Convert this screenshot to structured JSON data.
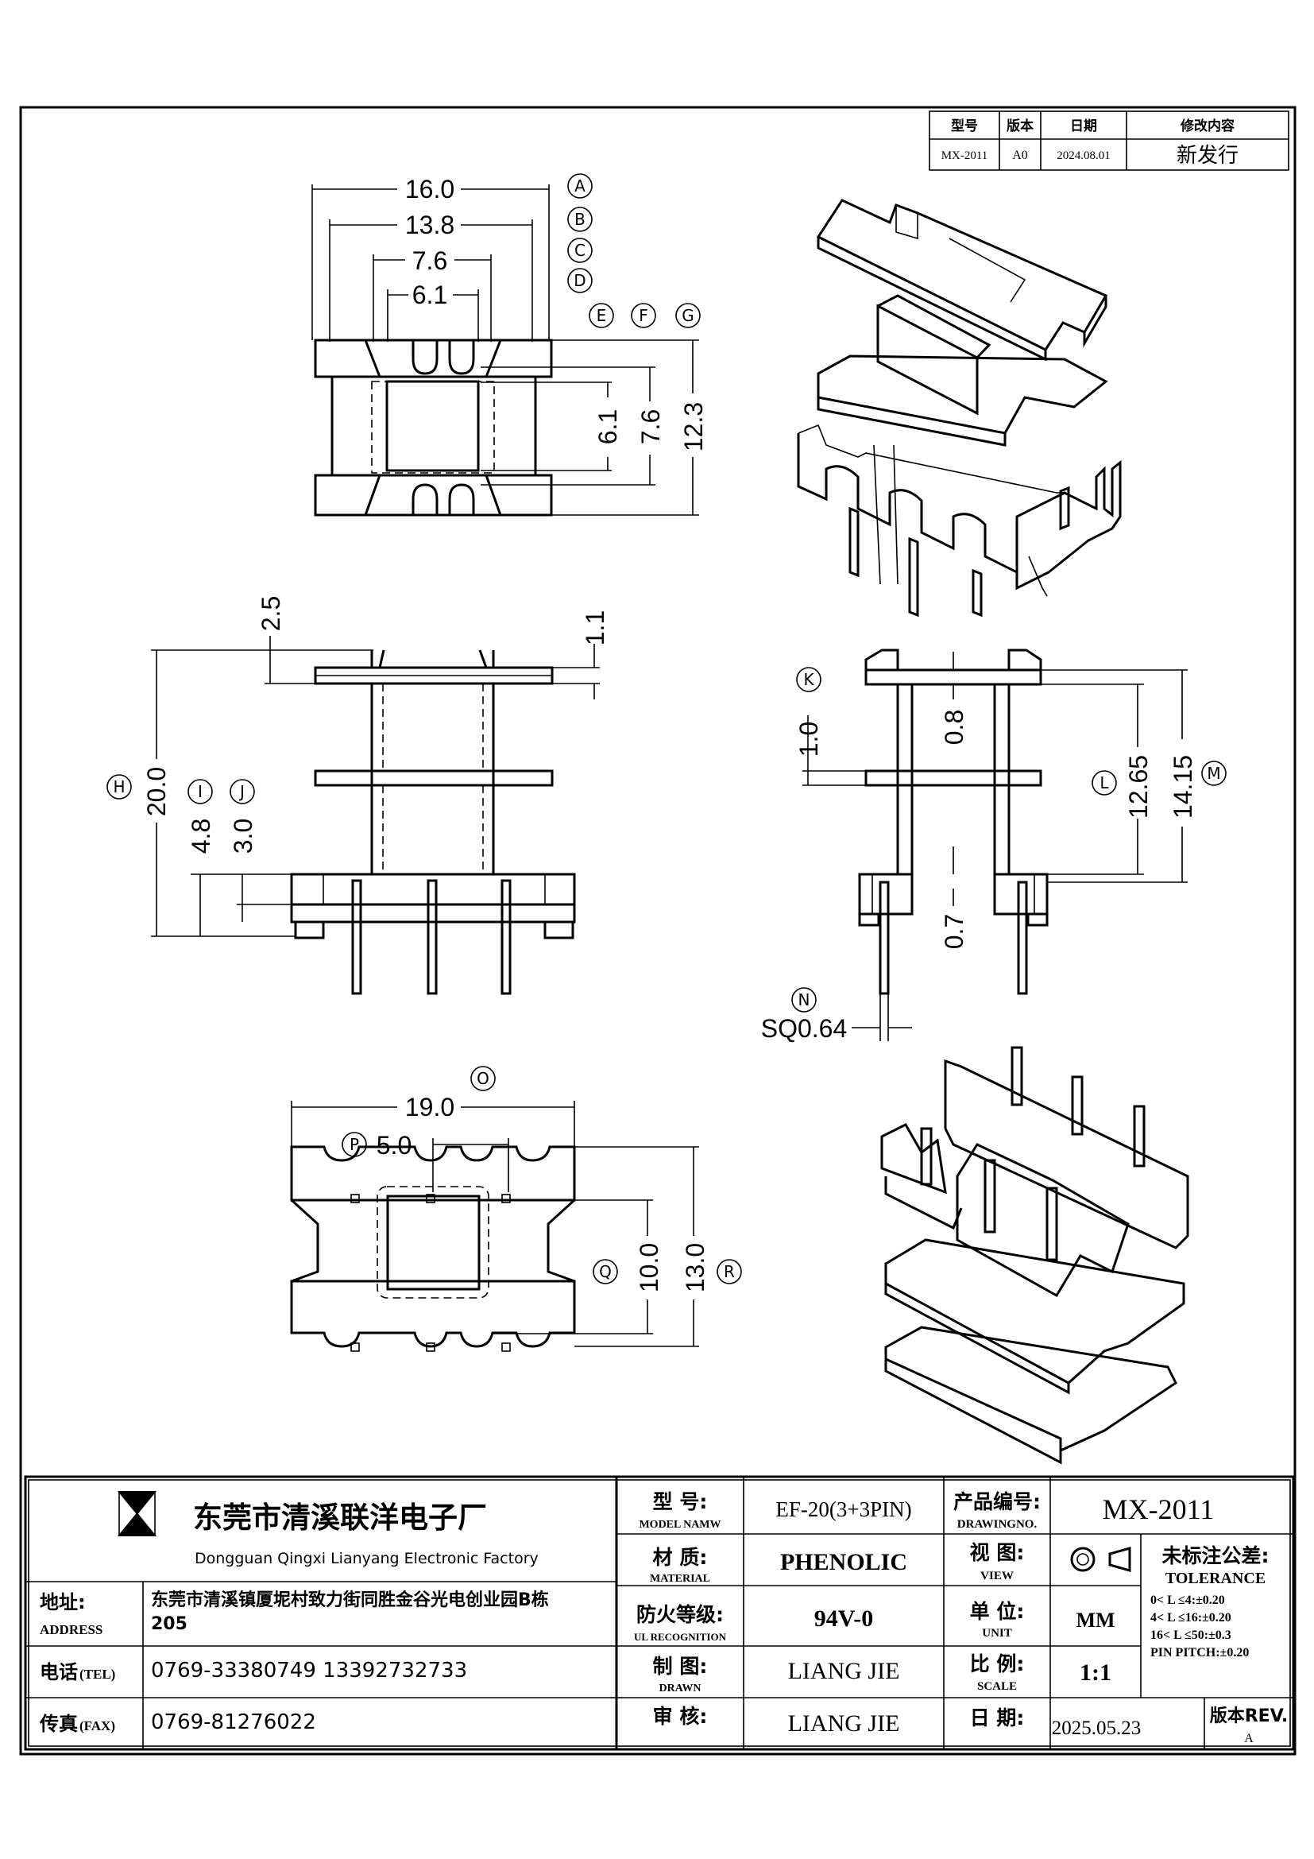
{
  "revision_table": {
    "headers": [
      "型号",
      "版本",
      "日期",
      "修改内容"
    ],
    "row": [
      "MX-2011",
      "A0",
      "2024.08.01",
      "新发行"
    ]
  },
  "top_view": {
    "dims": {
      "d16": "16.0",
      "d138": "13.8",
      "d76": "7.6",
      "d61": "6.1",
      "v61": "6.1",
      "v76": "7.6",
      "v123": "12.3"
    },
    "callouts": [
      "A",
      "B",
      "C",
      "D",
      "E",
      "F",
      "G"
    ]
  },
  "front_view": {
    "dims": {
      "d25": "2.5",
      "d11": "1.1",
      "d200": "20.0",
      "d48": "4.8",
      "d30": "3.0"
    },
    "callouts": [
      "H",
      "I",
      "J"
    ]
  },
  "side_view": {
    "dims": {
      "d10": "1.0",
      "d08": "0.8",
      "d1265": "12.65",
      "d1415": "14.15",
      "d07": "0.7",
      "sq": "SQ0.64"
    },
    "callouts": [
      "K",
      "L",
      "M",
      "N"
    ]
  },
  "bottom_view": {
    "dims": {
      "d190": "19.0",
      "d50": "5.0",
      "d100": "10.0",
      "d130": "13.0"
    },
    "callouts": [
      "O",
      "P",
      "Q",
      "R"
    ]
  },
  "title_block": {
    "company_cn": "东莞市清溪联洋电子厂",
    "company_en": "Dongguan Qingxi Lianyang Electronic Factory",
    "address_label": "地址:",
    "address_label_en": "ADDRESS",
    "address_line1": "东莞市清溪镇厦坭村致力街同胜金谷光电创业园B栋",
    "address_line2": "205",
    "tel_label": "电话",
    "tel_label_en": "(TEL)",
    "tel_value": "0769-33380749    13392732733",
    "fax_label": "传真",
    "fax_label_en": "(FAX)",
    "fax_value": "0769-81276022",
    "model_label": "型  号:",
    "model_label_en": "MODEL NAMW",
    "model_value": "EF-20(3+3PIN)",
    "material_label": "材  质:",
    "material_label_en": "MATERIAL",
    "material_value": "PHENOLIC",
    "fire_label": "防火等级:",
    "fire_label_en": "UL RECOGNITION",
    "fire_value": "94V-0",
    "drawn_label": "制  图:",
    "drawn_label_en": "DRAWN",
    "drawn_value": "LIANG JIE",
    "approved_label": "审  核:",
    "approved_value": "LIANG JIE",
    "product_no_label": "产品编号:",
    "product_no_label_en": "DRAWINGNO.",
    "product_no_value": "MX-2011",
    "view_label": "视  图:",
    "view_label_en": "VIEW",
    "unit_label": "单  位:",
    "unit_label_en": "UNIT",
    "unit_value": "MM",
    "scale_label": "比  例:",
    "scale_label_en": "SCALE",
    "scale_value": "1:1",
    "date_label": "日  期:",
    "date_value": "2025.05.23",
    "tolerance_title": "未标注公差:",
    "tolerance_en": "TOLERANCE",
    "tolerance_lines": [
      "0< L ≤4:±0.20",
      "4< L ≤16:±0.20",
      "16< L ≤50:±0.3",
      "PIN PITCH:±0.20"
    ],
    "rev_label": "版本REV.",
    "rev_value": "A"
  }
}
